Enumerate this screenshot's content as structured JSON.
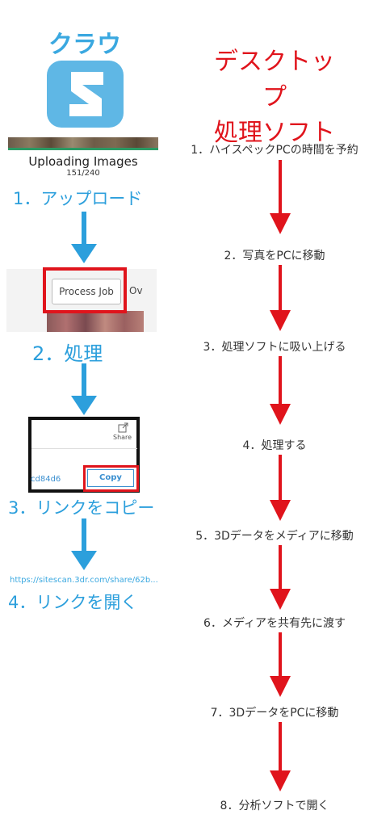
{
  "cloud": {
    "title": "クラウド",
    "upload": {
      "title": "Uploading Images",
      "count": "151/240"
    },
    "steps": [
      "1．アップロード",
      "2．処理",
      "3．リンクをコピー",
      "4．リンクを開く"
    ],
    "process_button": "Process Job",
    "overflow_tab": "Ov",
    "share_label": "Share",
    "link_hash": "cd84d6",
    "copy_button": "Copy",
    "share_url": "https://sitescan.3dr.com/share/62b..."
  },
  "desktop": {
    "title_line1": "デスクトップ",
    "title_line2": "処理ソフト",
    "steps": [
      "1．ハイスペックPCの時間を予約",
      "2．写真をPCに移動",
      "3．処理ソフトに吸い上げる",
      "4．処理する",
      "5．3Dデータをメディアに移動",
      "6．メディアを共有先に渡す",
      "7．3DデータをPCに移動",
      "8．分析ソフトで開く"
    ]
  },
  "colors": {
    "cloud_accent": "#2c9fdc",
    "desktop_accent": "#e0141c",
    "highlight": "#e0141c",
    "upload_bar": "#2b9a64"
  }
}
